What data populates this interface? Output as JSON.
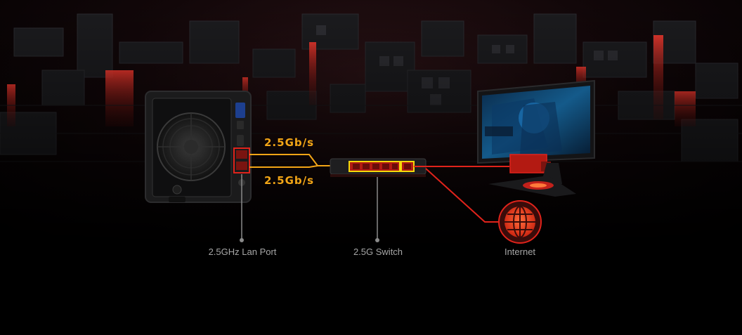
{
  "links": {
    "upper_speed": "2.5Gb/s",
    "lower_speed": "2.5Gb/s"
  },
  "captions": {
    "nas_port": "2.5GHz Lan Port",
    "switch": "2.5G Switch",
    "internet": "Internet"
  },
  "colors": {
    "accent_red": "#e0231b",
    "link_orange": "#f2a516",
    "highlight_yellow": "#f5d90a",
    "caption_gray": "#a6a6a6",
    "background": "#000000"
  },
  "icons": {
    "internet": "globe-icon"
  }
}
